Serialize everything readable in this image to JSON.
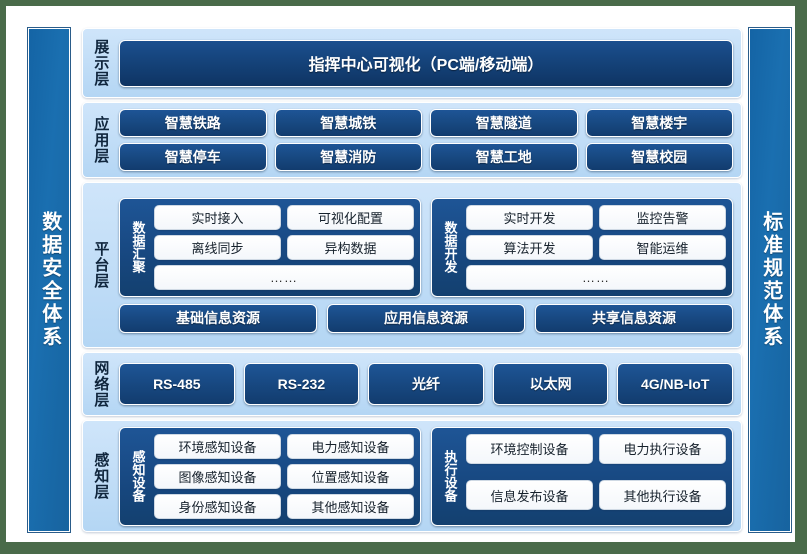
{
  "pillars": {
    "left": "数据安全体系",
    "right": "标准规范体系"
  },
  "layers": {
    "display": {
      "label": "展示层",
      "banner": "指挥中心可视化（PC端/移动端）"
    },
    "application": {
      "label": "应用层",
      "items": [
        "智慧铁路",
        "智慧城铁",
        "智慧隧道",
        "智慧楼宇",
        "智慧停车",
        "智慧消防",
        "智慧工地",
        "智慧校园"
      ]
    },
    "platform": {
      "label": "平台层",
      "groups": [
        {
          "label": "数据汇聚",
          "items": [
            "实时接入",
            "可视化配置",
            "离线同步",
            "异构数据"
          ],
          "more": "……"
        },
        {
          "label": "数据开发",
          "items": [
            "实时开发",
            "监控告警",
            "算法开发",
            "智能运维"
          ],
          "more": "……"
        }
      ],
      "resources": [
        "基础信息资源",
        "应用信息资源",
        "共享信息资源"
      ]
    },
    "network": {
      "label": "网络层",
      "items": [
        "RS-485",
        "RS-232",
        "光纤",
        "以太网",
        "4G/NB-IoT"
      ]
    },
    "sensing": {
      "label": "感知层",
      "groups": [
        {
          "label": "感知设备",
          "items": [
            "环境感知设备",
            "电力感知设备",
            "图像感知设备",
            "位置感知设备",
            "身份感知设备",
            "其他感知设备"
          ]
        },
        {
          "label": "执行设备",
          "items": [
            "环境控制设备",
            "电力执行设备",
            "信息发布设备",
            "其他执行设备"
          ]
        }
      ]
    }
  },
  "colors": {
    "background": "#4a6b4a",
    "sheet": "#ffffff",
    "pillar": "#1464a5",
    "layer_panel": "#b4d6f4",
    "chip": "#17477f",
    "chip_white": "#ffffff"
  }
}
